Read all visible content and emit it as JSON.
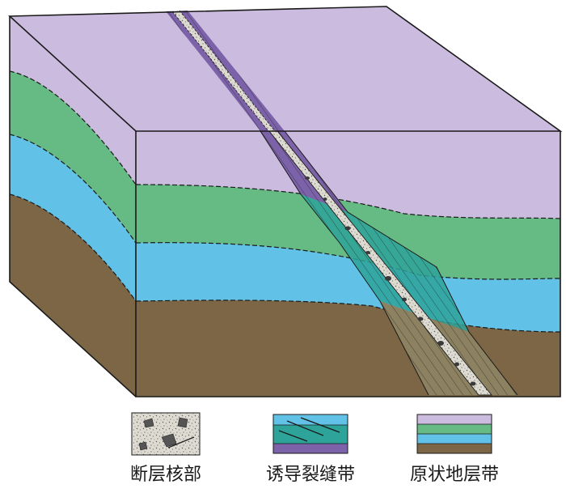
{
  "legend": {
    "items": [
      {
        "key": "fault-core",
        "label": "断层核部"
      },
      {
        "key": "induced-fracture-zone",
        "label": "诱导裂缝带"
      },
      {
        "key": "original-strata-zone",
        "label": "原状地层带"
      }
    ]
  },
  "colors": {
    "purple_layer": "#cbbcdf",
    "green_layer": "#66bb84",
    "blue_layer": "#62c1e6",
    "brown_layer": "#7c6645",
    "fracture_purple": "#7c62a9",
    "fracture_teal": "#2ea39a",
    "fracture_brown": "#8c8160",
    "core_fill": "#dedbd2",
    "outline": "#1a1a1a"
  }
}
